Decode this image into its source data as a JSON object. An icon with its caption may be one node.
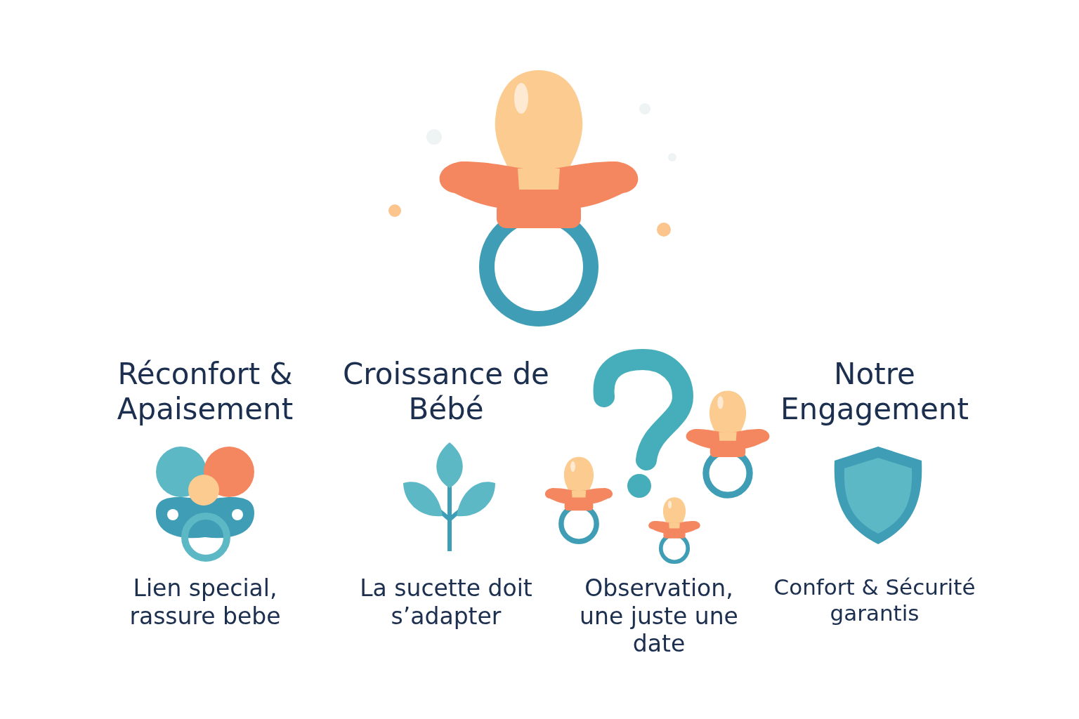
{
  "diagram": {
    "labels": [
      "Réconfort & Apaisement",
      "Croissance de Bébé",
      "Notre Engagement",
      "Lien special, rassure bebe",
      "La sucette doit s’adapter",
      "Observation, une juste une date",
      "Confort & Sécurité garantis"
    ]
  }
}
